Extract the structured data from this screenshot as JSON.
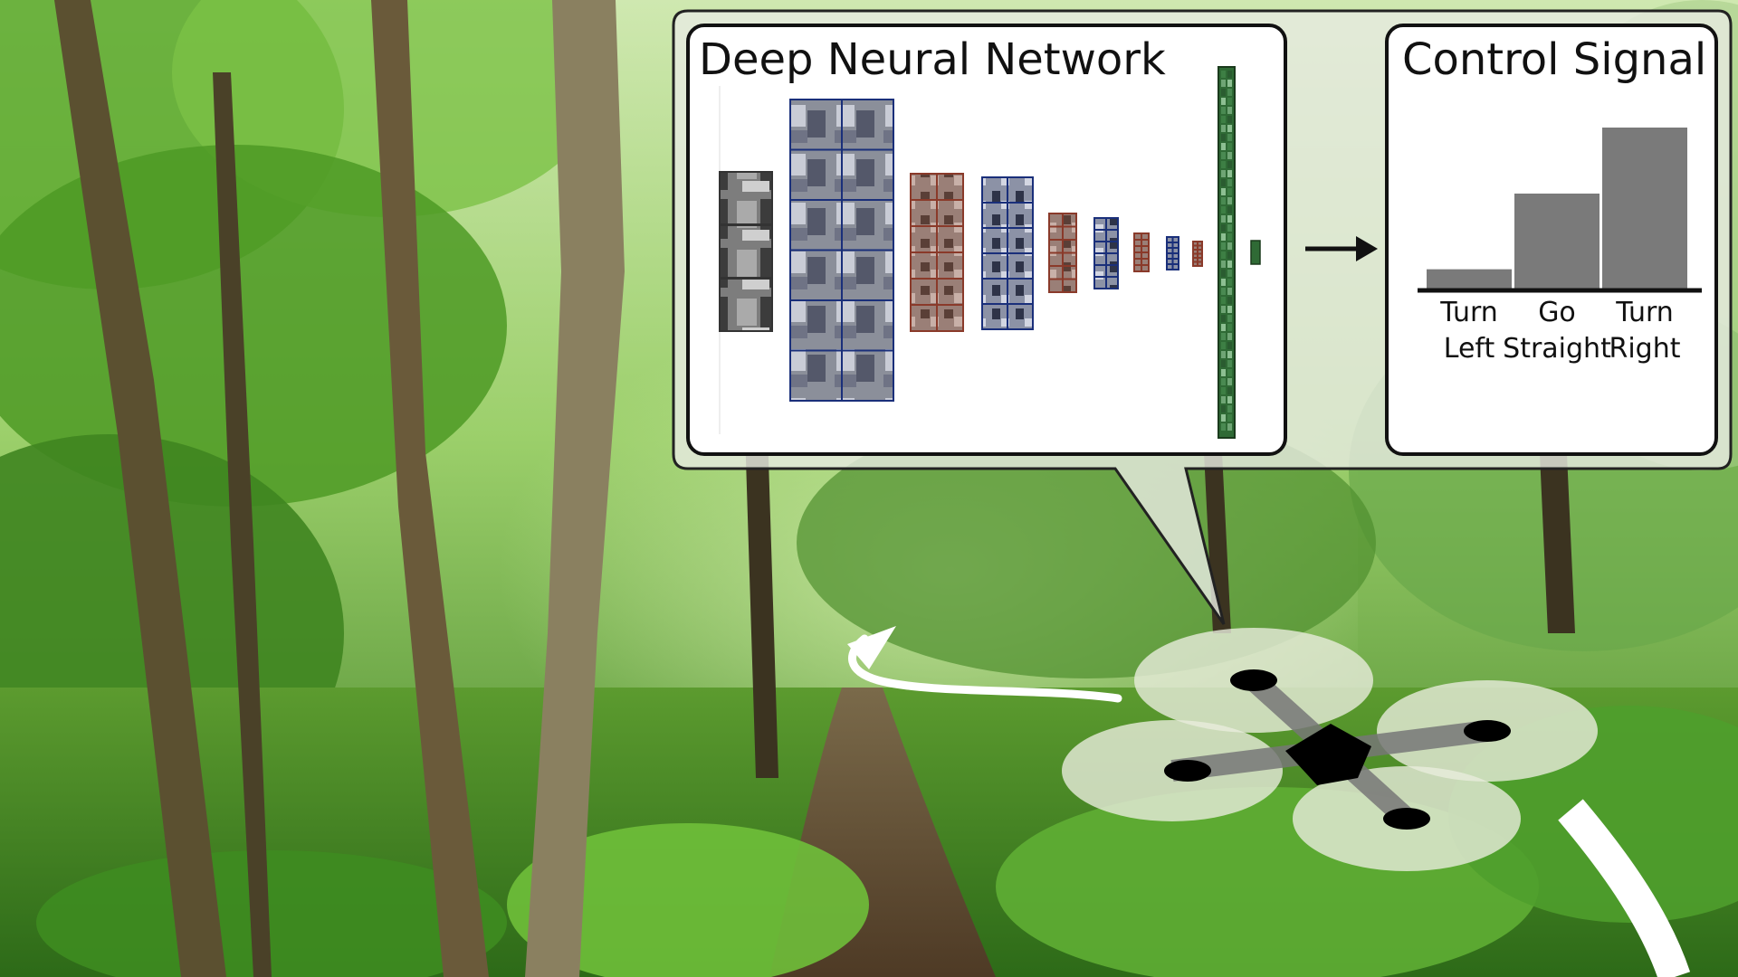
{
  "network_panel": {
    "title": "Deep Neural Network"
  },
  "control_panel": {
    "title": "Control Signal"
  },
  "chart_data": {
    "type": "bar",
    "title": "Control Signal",
    "categories": [
      [
        "Turn",
        "Left"
      ],
      [
        "Go",
        "Straight"
      ],
      [
        "Turn",
        "Right"
      ]
    ],
    "values": [
      0.12,
      0.59,
      1.0
    ],
    "ylim": [
      0,
      1.0
    ],
    "grid": false,
    "bar_color": "#7a7a7a"
  },
  "colors": {
    "forest_dark": "#1f4a14",
    "forest_light": "#8fcf5a",
    "panel_bg": "#ffffff",
    "callout_bg": "#e6eae0",
    "input_frame": "#444444",
    "conv_blue": "#1a2f7a",
    "conv_red": "#8a3a2a",
    "dense_green": "#2f6a35",
    "quadrotor_rotor": "#e8ecdc",
    "quadrotor_body": "#000000",
    "motion_arrow": "#ffffff"
  },
  "icons": {
    "network_arrow": "arrow-right-icon",
    "drone": "quadrotor-icon",
    "trajectory": "curved-arrow-icon"
  }
}
